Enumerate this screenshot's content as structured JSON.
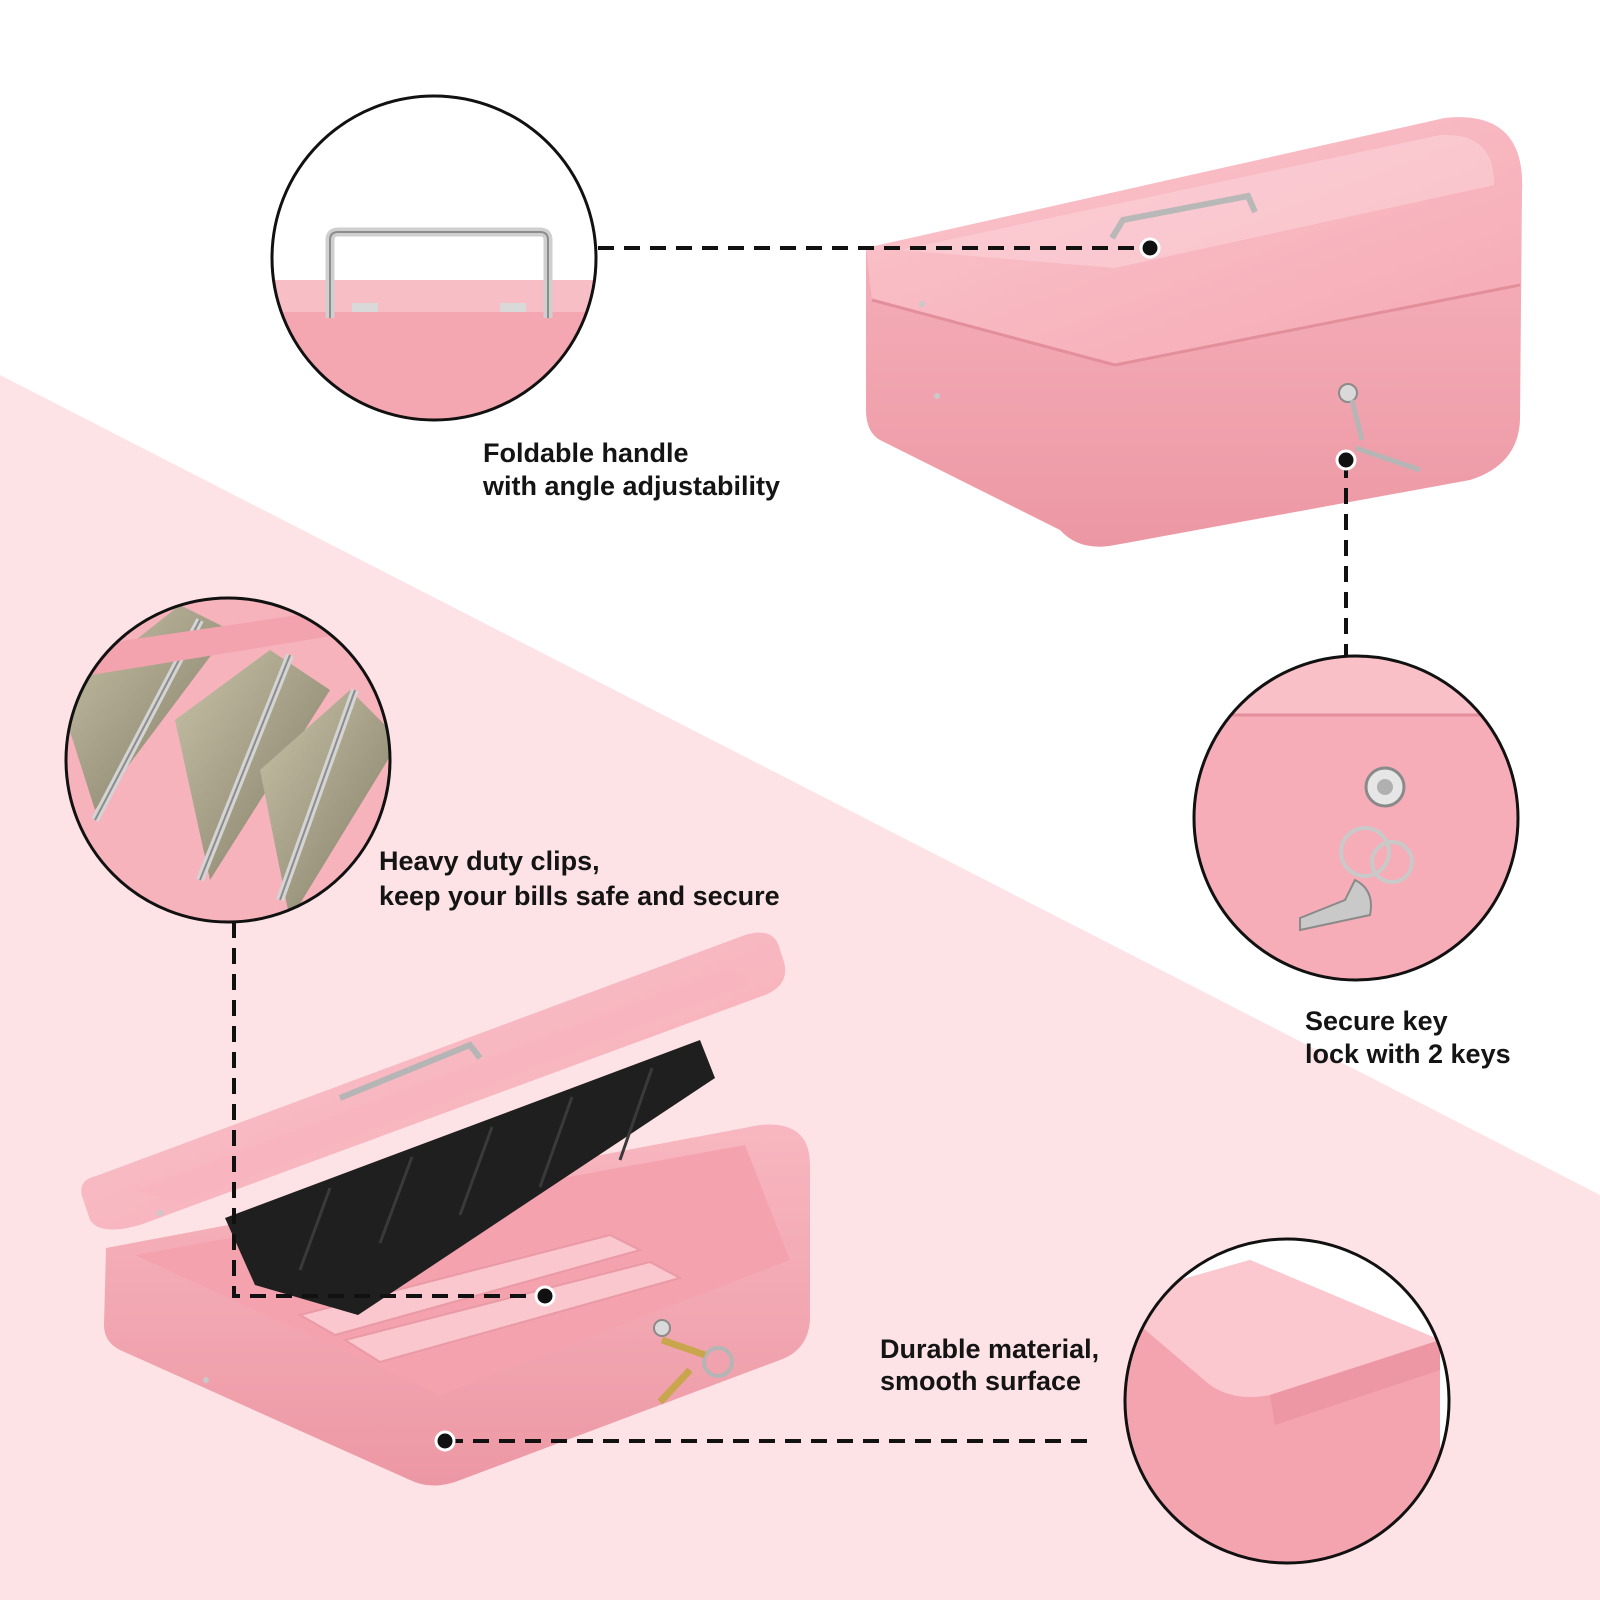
{
  "colors": {
    "background_top": "#ffffff",
    "background_pink": "#fde3e6",
    "box_pink": "#f7b4bd",
    "box_pink_light": "#fbcbd2",
    "box_pink_dark": "#e9939f",
    "tray_black": "#1f1f1f",
    "callout_line": "#111111",
    "caption_text": "#141414"
  },
  "features": [
    {
      "id": "handle",
      "line1": "Foldable handle",
      "line2": "with angle adjustability"
    },
    {
      "id": "key_lock",
      "line1": "Secure key",
      "line2": "lock with 2 keys"
    },
    {
      "id": "clips",
      "line1": "Heavy duty clips,",
      "line2": "keep your bills safe and secure"
    },
    {
      "id": "material",
      "line1": "Durable material,",
      "line2": "smooth surface"
    }
  ]
}
